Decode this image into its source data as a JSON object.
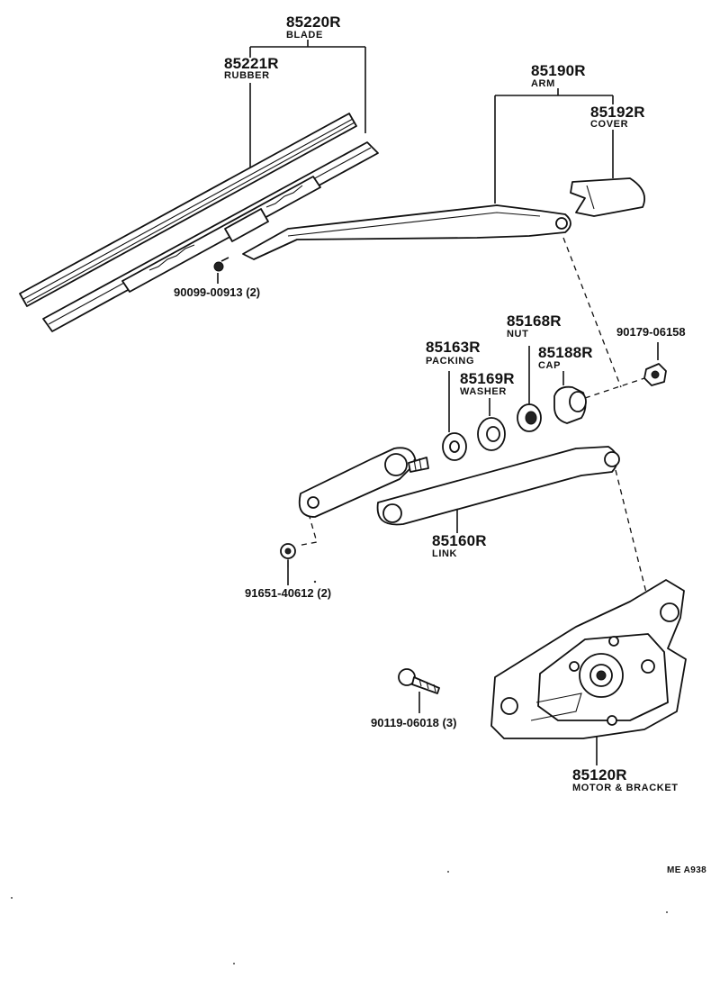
{
  "labels": {
    "blade": {
      "part_no": "85220R",
      "name": "BLADE"
    },
    "rubber": {
      "part_no": "85221R",
      "name": "RUBBER"
    },
    "arm": {
      "part_no": "85190R",
      "name": "ARM"
    },
    "cover": {
      "part_no": "85192R",
      "name": "COVER"
    },
    "screw_blade": {
      "text": "90099-00913 (2)"
    },
    "nut": {
      "part_no": "85168R",
      "name": "NUT"
    },
    "nut_fastener": {
      "text": "90179-06158"
    },
    "packing": {
      "part_no": "85163R",
      "name": "PACKING"
    },
    "cap": {
      "part_no": "85188R",
      "name": "CAP"
    },
    "washer": {
      "part_no": "85169R",
      "name": "WASHER"
    },
    "link": {
      "part_no": "85160R",
      "name": "LINK"
    },
    "bolt_link": {
      "text": "91651-40612 (2)"
    },
    "bolt_motor": {
      "text": "90119-06018 (3)"
    },
    "motor": {
      "part_no": "85120R",
      "name": "MOTOR & BRACKET"
    },
    "drawing_code": {
      "text": "ME  A938"
    }
  }
}
